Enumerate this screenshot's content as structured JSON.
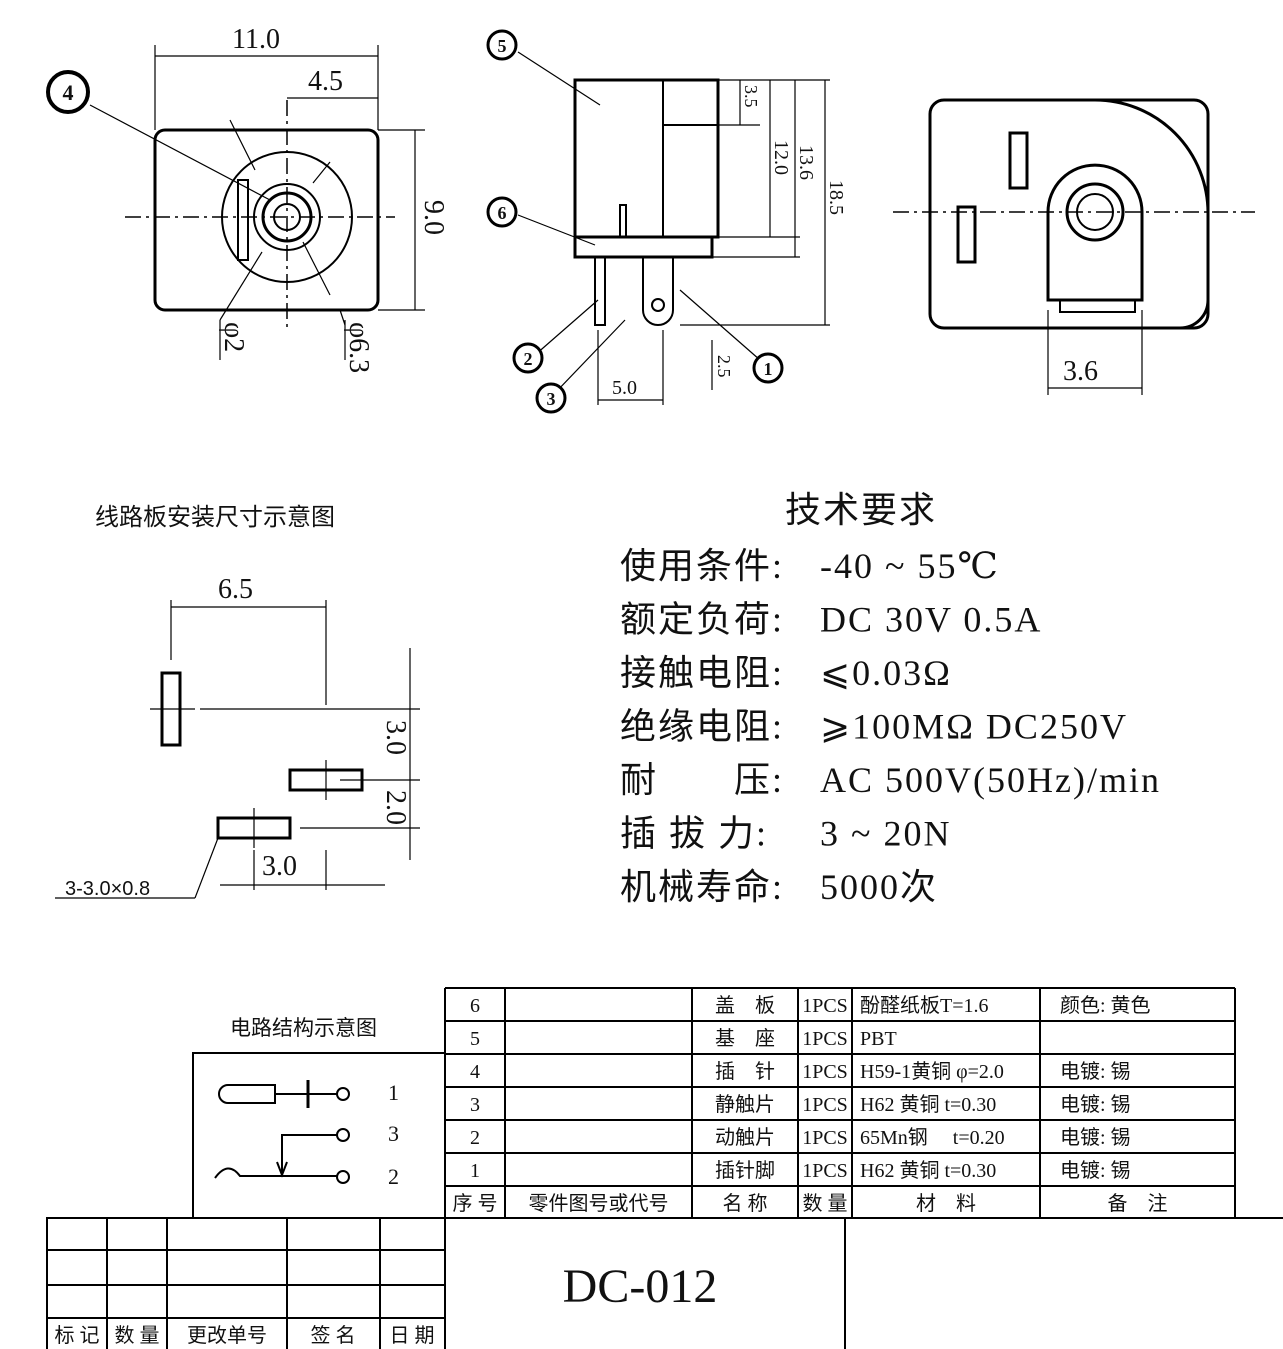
{
  "top_left_view": {
    "width_dim": "11.0",
    "offset_dim": "4.5",
    "height_dim": "9.0",
    "pin_dia": "φ2",
    "hole_dia": "φ6.3",
    "callout": "4"
  },
  "side_view": {
    "dims": [
      "3.5",
      "12.0",
      "13.6",
      "18.5"
    ],
    "pin_spacing": "5.0",
    "pin_offset": "2.5",
    "callouts": [
      "5",
      "6",
      "2",
      "3",
      "1"
    ]
  },
  "bottom_view": {
    "dim": "3.6"
  },
  "pcb_layout": {
    "title": "线路板安装尺寸示意图",
    "dim_h": "6.5",
    "dim_v1": "3.0",
    "dim_v2": "2.0",
    "dim_h2": "3.0",
    "slot_spec": "3-3.0×0.8"
  },
  "specs": {
    "title": "技术要求",
    "rows": [
      {
        "label": "使用条件:",
        "value": "-40 ~ 55℃"
      },
      {
        "label": "额定负荷:",
        "value": "DC  30V  0.5A"
      },
      {
        "label": "接触电阻:",
        "value": "⩽0.03Ω"
      },
      {
        "label": "绝缘电阻:",
        "value": "⩾100MΩ  DC250V"
      },
      {
        "label": "耐　　压:",
        "value": "AC  500V(50Hz)/min"
      },
      {
        "label": "插 拔 力:",
        "value": "3 ~ 20N"
      },
      {
        "label": "机械寿命:",
        "value": "5000次"
      }
    ]
  },
  "circuit": {
    "title": "电路结构示意图",
    "pins": [
      "1",
      "3",
      "2"
    ]
  },
  "parts_table": {
    "rows": [
      [
        "6",
        "",
        "盖　板",
        "1PCS",
        "酚醛纸板T=1.6",
        "颜色: 黄色"
      ],
      [
        "5",
        "",
        "基　座",
        "1PCS",
        "PBT",
        ""
      ],
      [
        "4",
        "",
        "插　针",
        "1PCS",
        "H59-1黄铜 φ=2.0",
        "电镀: 锡"
      ],
      [
        "3",
        "",
        "静触片",
        "1PCS",
        "H62 黄铜  t=0.30",
        "电镀: 锡"
      ],
      [
        "2",
        "",
        "动触片",
        "1PCS",
        "65Mn钢　 t=0.20",
        "电镀: 锡"
      ],
      [
        "1",
        "",
        "插针脚",
        "1PCS",
        "H62 黄铜  t=0.30",
        "电镀: 锡"
      ]
    ],
    "header": [
      "序 号",
      "零件图号或代号",
      "名 称",
      "数 量",
      "材　料",
      "备　注"
    ]
  },
  "title_block": {
    "header": [
      "标 记",
      "数 量",
      "更改单号",
      "签 名",
      "日 期"
    ],
    "part_number": "DC-012"
  }
}
